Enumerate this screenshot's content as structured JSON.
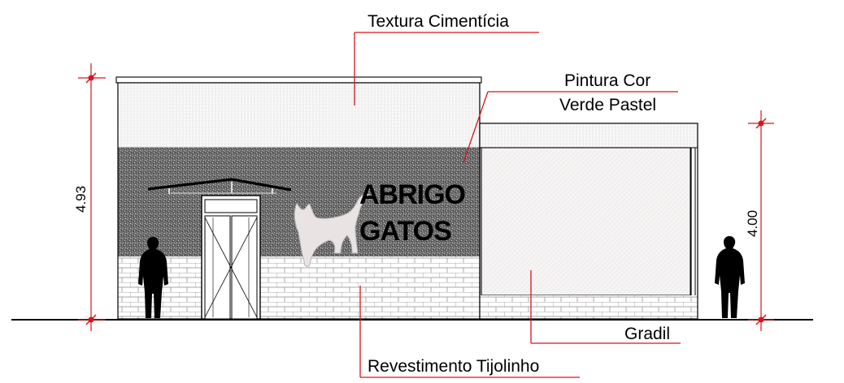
{
  "labels": {
    "textura": "Textura Cimentícia",
    "pintura_line1": "Pintura Cor",
    "pintura_line2": "Verde Pastel",
    "gradil": "Gradil",
    "revestimento": "Revestimento Tijolinho"
  },
  "sign": {
    "line1": "ABRIGO",
    "line2": "GATOS"
  },
  "dimensions": {
    "left_height": "4.93",
    "right_height": "4.00"
  },
  "colors": {
    "leader": "#d9141b",
    "textured_wall": "#6a6a6a",
    "light_panel": "#f4f2f2",
    "cat": "#e9e3e3",
    "person": "#000000"
  },
  "icons": {
    "cat": "cat-silhouette-icon",
    "person": "person-silhouette-icon"
  }
}
